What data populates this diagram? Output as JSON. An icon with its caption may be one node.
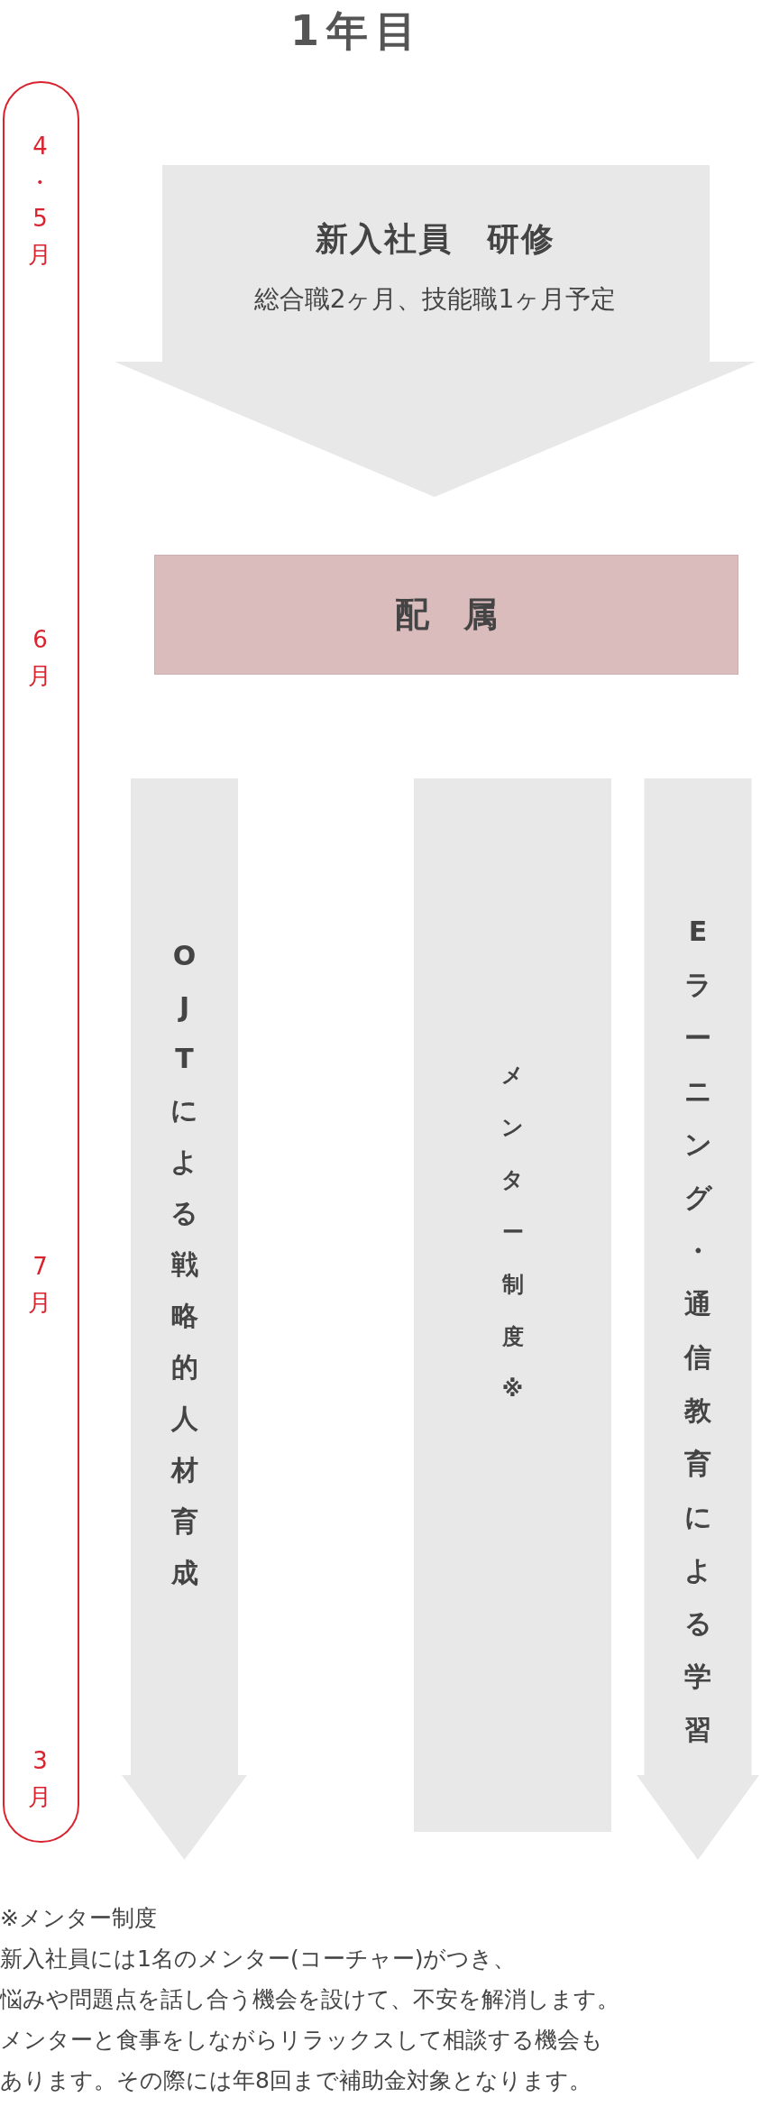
{
  "diagram": {
    "title": "1年目",
    "nodes": [
      {
        "text": [
          "4・5月",
          "6月",
          "7月",
          "3月"
        ]
      },
      {
        "text": [
          "新入社員　研修",
          "総合職2ヶ月、技能職1ヶ月予定"
        ]
      },
      {
        "text": [
          "配　属"
        ]
      },
      {
        "text": [
          "OJTによる戦略的人材育成"
        ]
      },
      {
        "text": [
          "メンター制度　※"
        ]
      },
      {
        "text": [
          "Eラーニング・通信教育による学習"
        ]
      }
    ],
    "labels": [
      "※メンター制度",
      "新入社員には1名のメンター(コーチャー)がつき、",
      "悩みや問題点を話し合う機会を設けて、不安を解消します。",
      "メンターと食事をしながらリラックスして相談する機会も",
      "あります。その際には年8回まで補助金対象となります。"
    ]
  }
}
